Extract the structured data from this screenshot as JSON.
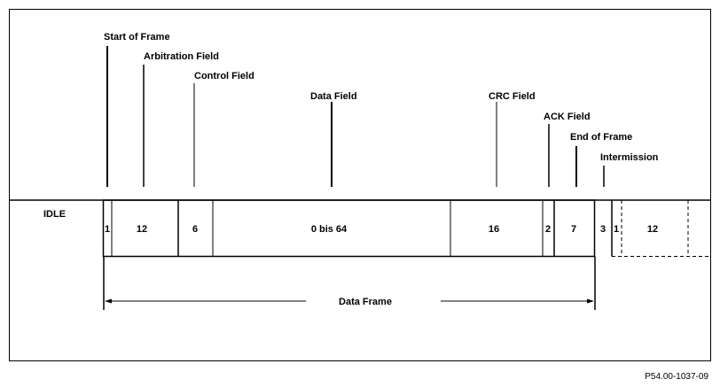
{
  "diagram": {
    "labels": {
      "start_of_frame": "Start of Frame",
      "arbitration_field": "Arbitration Field",
      "control_field": "Control Field",
      "data_field": "Data Field",
      "crc_field": "CRC Field",
      "ack_field": "ACK Field",
      "end_of_frame": "End of Frame",
      "intermission": "Intermission"
    },
    "idle": "IDLE",
    "segments": {
      "sof": "1",
      "arbitration": "12",
      "control": "6",
      "data": "0 bis 64",
      "crc": "16",
      "ack1": "2",
      "ack2": "7",
      "intermission": "3",
      "next_sof": "1",
      "next_arbitration": "12"
    },
    "data_frame_label": "Data Frame",
    "figure_id": "P54.00-1037-09"
  }
}
